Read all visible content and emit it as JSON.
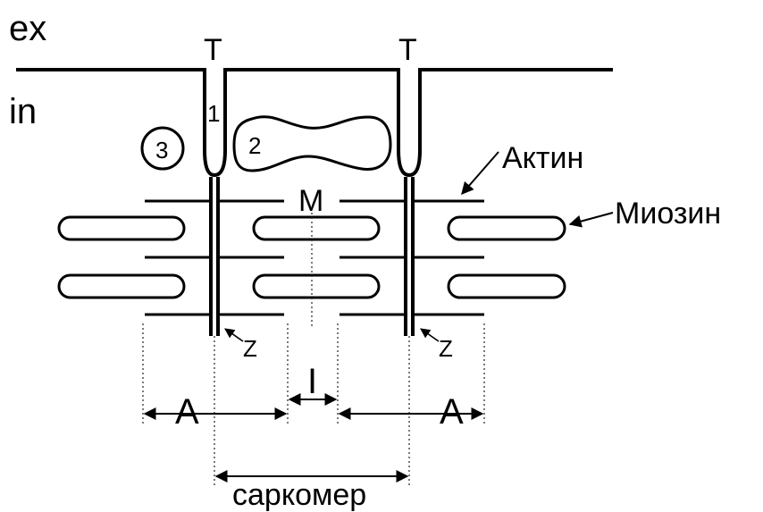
{
  "labels": {
    "ex": "ex",
    "in": "in",
    "t_left": "T",
    "t_right": "T",
    "num1": "1",
    "num2": "2",
    "num3": "3",
    "actin": "Актин",
    "myosin": "Миозин",
    "m_line": "M",
    "z_left": "Z",
    "z_right": "Z",
    "a_left": "A",
    "a_right": "A",
    "i_band": "I",
    "sarcomere": "саркомер"
  }
}
